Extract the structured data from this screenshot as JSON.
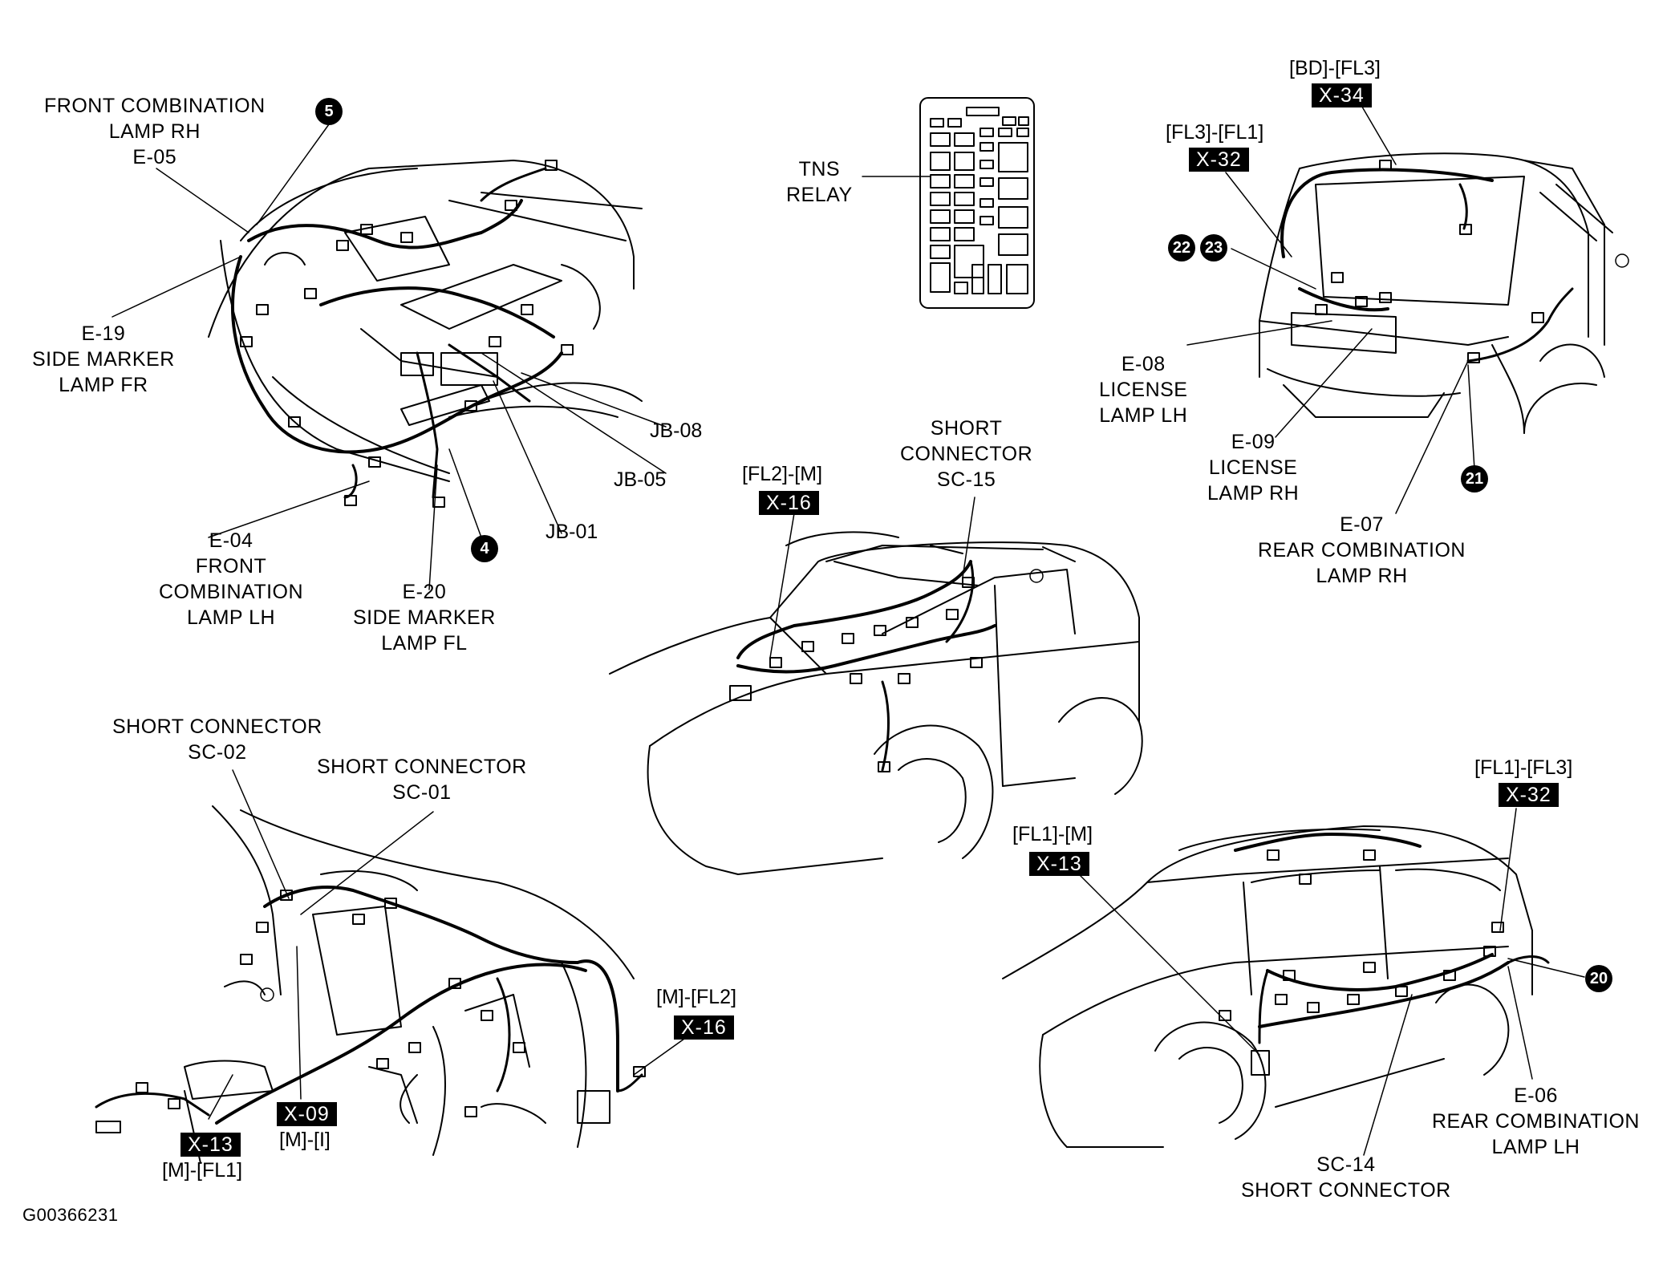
{
  "figure_id": "G00366231",
  "labels": {
    "front_combo_rh": [
      "FRONT COMBINATION",
      "LAMP RH",
      "E-05"
    ],
    "side_marker_fr": [
      "E-19",
      "SIDE MARKER",
      "LAMP FR"
    ],
    "front_combo_lh": [
      "E-04",
      "FRONT",
      "COMBINATION",
      "LAMP LH"
    ],
    "side_marker_fl": [
      "E-20",
      "SIDE MARKER",
      "LAMP FL"
    ],
    "jb08": "JB-08",
    "jb05": "JB-05",
    "jb01": "JB-01",
    "tns_relay": [
      "TNS",
      "RELAY"
    ],
    "sc15": [
      "SHORT",
      "CONNECTOR",
      "SC-15"
    ],
    "license_lh": [
      "E-08",
      "LICENSE",
      "LAMP LH"
    ],
    "license_rh": [
      "E-09",
      "LICENSE",
      "LAMP RH"
    ],
    "rear_combo_rh": [
      "E-07",
      "REAR COMBINATION",
      "LAMP RH"
    ],
    "sc02": [
      "SHORT CONNECTOR",
      "SC-02"
    ],
    "sc01": [
      "SHORT CONNECTOR",
      "SC-01"
    ],
    "sc14": [
      "SC-14",
      "SHORT CONNECTOR"
    ],
    "rear_combo_lh": [
      "E-06",
      "REAR COMBINATION",
      "LAMP LH"
    ]
  },
  "connectors": {
    "x34": {
      "tag": "[BD]-[FL3]",
      "code": "X-34"
    },
    "x32_top": {
      "tag": "[FL3]-[FL1]",
      "code": "X-32"
    },
    "x16_mid": {
      "tag": "[FL2]-[M]",
      "code": "X-16"
    },
    "x16_bot": {
      "tag": "[M]-[FL2]",
      "code": "X-16"
    },
    "x13_bot": {
      "tag": "[M]-[FL1]",
      "code": "X-13"
    },
    "x09": {
      "tag": "[M]-[I]",
      "code": "X-09"
    },
    "x13_right": {
      "tag": "[FL1]-[M]",
      "code": "X-13"
    },
    "x32_right": {
      "tag": "[FL1]-[FL3]",
      "code": "X-32"
    }
  },
  "ground_points": [
    "5",
    "4",
    "22",
    "23",
    "21",
    "20"
  ]
}
